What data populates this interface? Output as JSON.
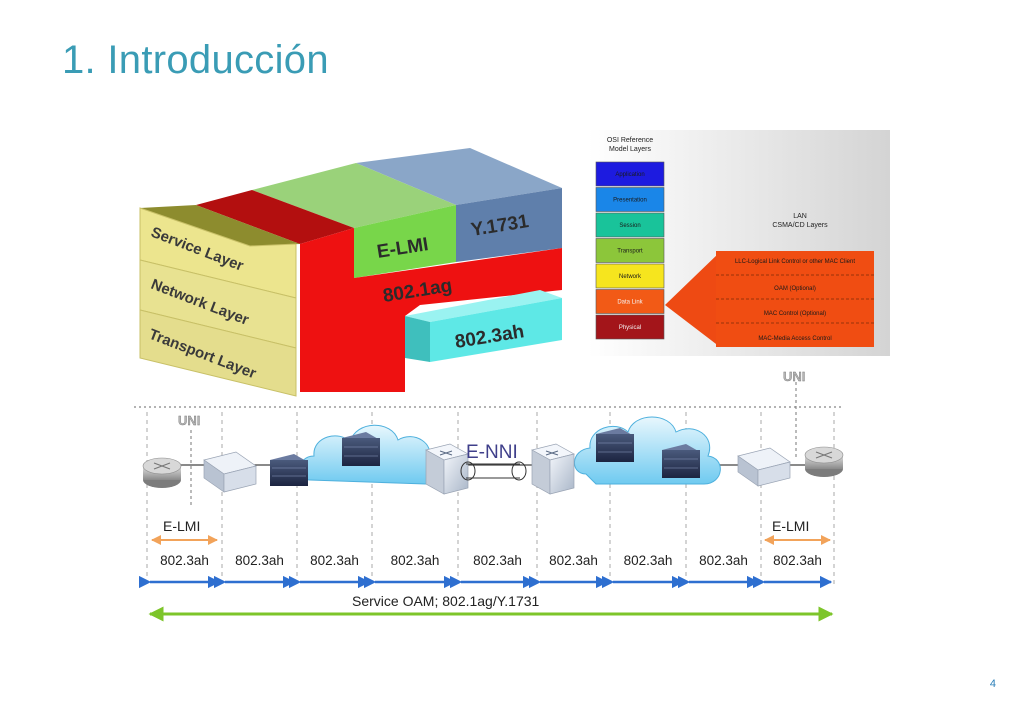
{
  "title": "1. Introducción",
  "page_number": "4",
  "stack": {
    "layers": [
      "Service Layer",
      "Network Layer",
      "Transport Layer"
    ],
    "protocols": {
      "elmi": "E-LMI",
      "y1731": "Y.1731",
      "ag": "802.1ag",
      "ah": "802.3ah"
    }
  },
  "osi": {
    "header_line1": "OSI Reference",
    "header_line2": "Model Layers",
    "layers": [
      {
        "label": "Application",
        "color": "#1d1be0"
      },
      {
        "label": "Presentation",
        "color": "#1a86e8"
      },
      {
        "label": "Session",
        "color": "#19c39a"
      },
      {
        "label": "Transport",
        "color": "#8cc63a"
      },
      {
        "label": "Network",
        "color": "#f6e51e"
      },
      {
        "label": "Data Link",
        "color": "#f25a16"
      },
      {
        "label": "Physical",
        "color": "#a3151a"
      }
    ],
    "lan_line1": "LAN",
    "lan_line2": "CSMA/CD Layers",
    "lan_items": [
      "LLC-Logical Link Control or other MAC Client",
      "OAM (Optional)",
      "MAC Control (Optional)",
      "MAC-Media Access Control"
    ]
  },
  "network": {
    "uni_left": "UNI",
    "uni_right": "UNI",
    "enni": "E-NNI",
    "elmi_left": "E-LMI",
    "elmi_right": "E-LMI",
    "segments": [
      "802.3ah",
      "802.3ah",
      "802.3ah",
      "802.3ah",
      "802.3ah",
      "802.3ah",
      "802.3ah",
      "802.3ah",
      "802.3ah"
    ],
    "service_oam": "Service OAM; 802.1ag/Y.1731"
  },
  "colors": {
    "title": "#3a9cb5",
    "service_layers": "#ece58e",
    "ag_red": "#ee1111",
    "elmi_green": "#78d64a",
    "y1731_blue": "#6f8fb7",
    "ah_cyan": "#5ee8e6",
    "segment_blue": "#2e6fd0",
    "oam_green": "#7dc52a",
    "elmi_orange": "#f2a35a"
  }
}
